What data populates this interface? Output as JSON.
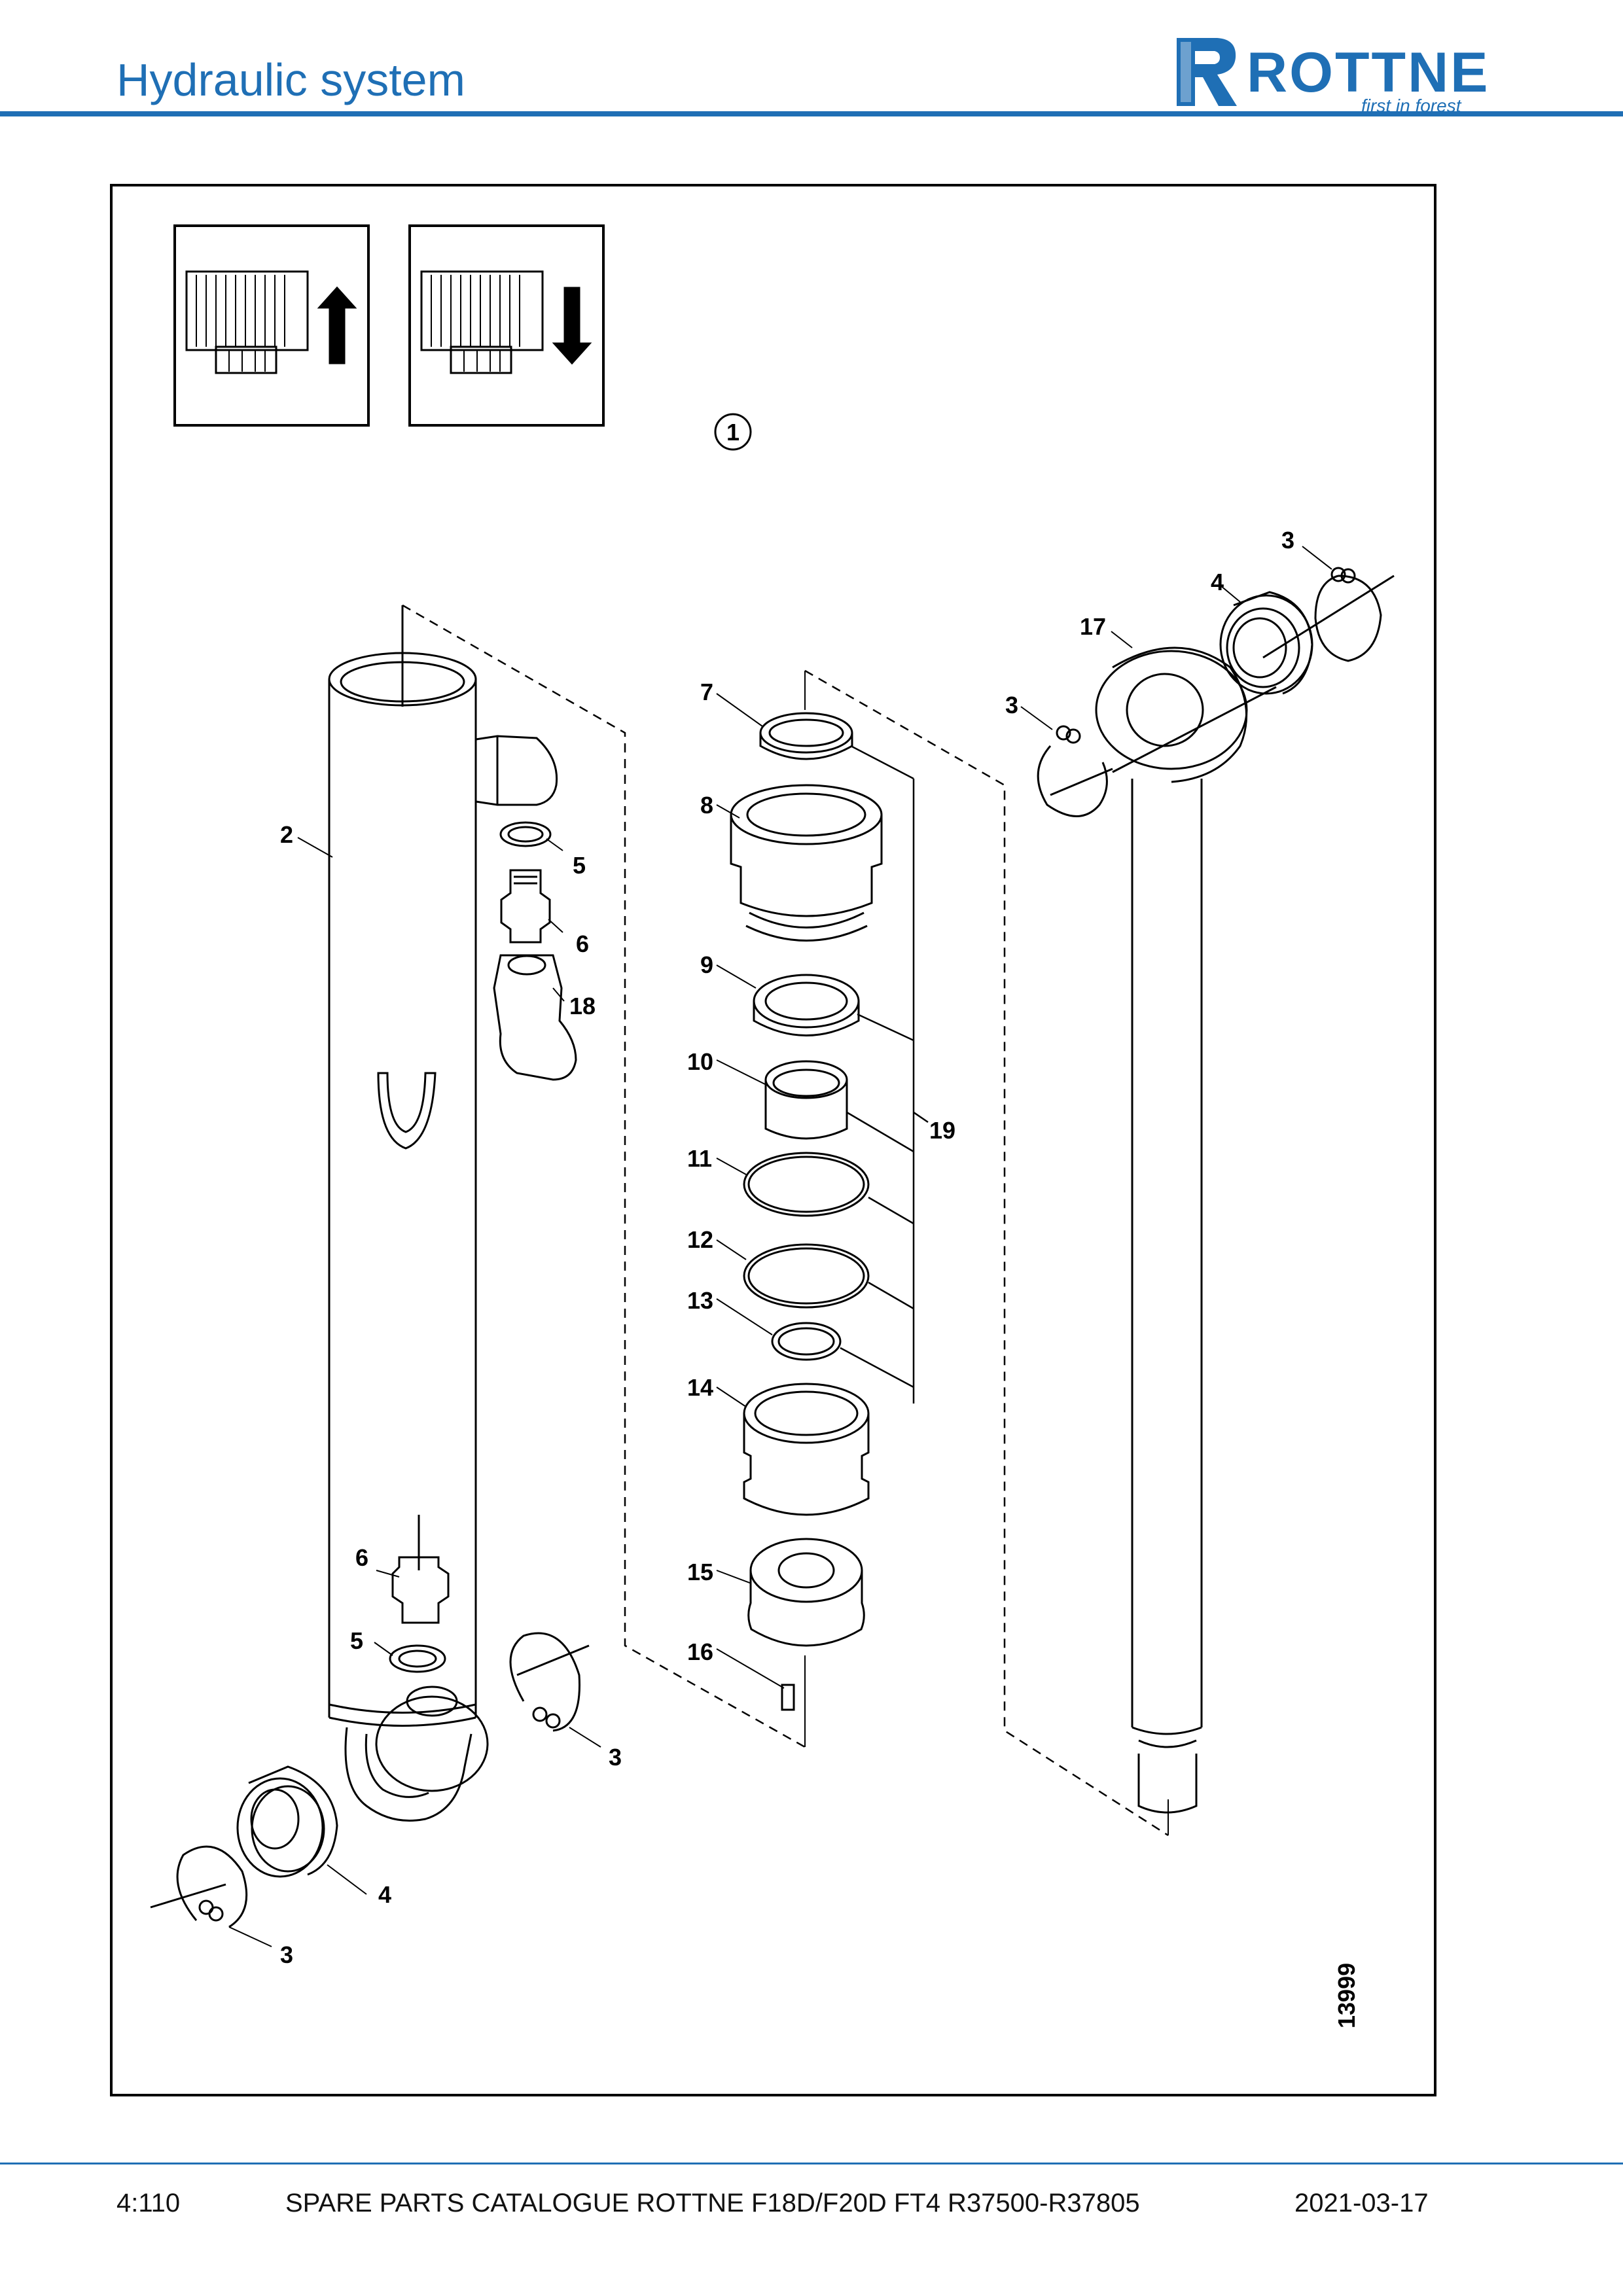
{
  "header": {
    "title": "Hydraulic system",
    "brand": "ROTTNE",
    "tagline": "first in forest"
  },
  "drawing": {
    "figure_ref": "1",
    "drawing_number": "13999",
    "callouts": [
      "2",
      "3",
      "3",
      "3",
      "3",
      "4",
      "4",
      "5",
      "5",
      "6",
      "6",
      "7",
      "8",
      "9",
      "10",
      "11",
      "12",
      "13",
      "14",
      "15",
      "16",
      "17",
      "18",
      "19"
    ]
  },
  "footer": {
    "page": "4:110",
    "catalogue": "SPARE PARTS CATALOGUE ROTTNE F18D/F20D FT4 R37500-R37805",
    "date": "2021-03-17"
  },
  "colors": {
    "brand_blue": "#1f6fb5",
    "line": "#000000"
  }
}
